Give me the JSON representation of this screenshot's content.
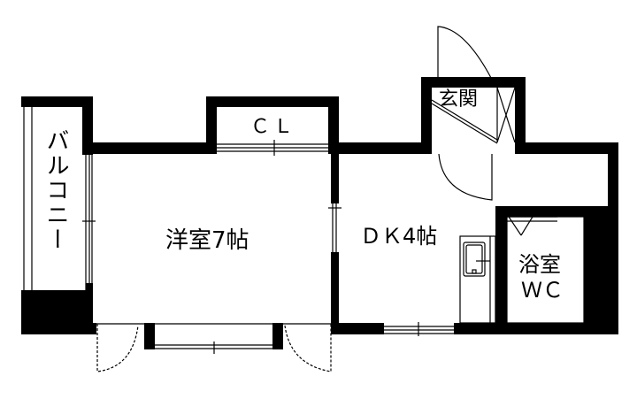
{
  "plan": {
    "colors": {
      "wall": "#000000",
      "background": "#ffffff",
      "line": "#000000"
    },
    "rooms": [
      {
        "id": "balcony",
        "label": "バルコニー"
      },
      {
        "id": "closet",
        "label": "ＣＬ"
      },
      {
        "id": "western_room",
        "label": "洋室7帖"
      },
      {
        "id": "entrance",
        "label": "玄関"
      },
      {
        "id": "dining_kitchen",
        "label": "ＤＫ4帖"
      },
      {
        "id": "bath_wc_top",
        "label": "浴室"
      },
      {
        "id": "bath_wc_bottom",
        "label": "ＷＣ"
      }
    ]
  }
}
